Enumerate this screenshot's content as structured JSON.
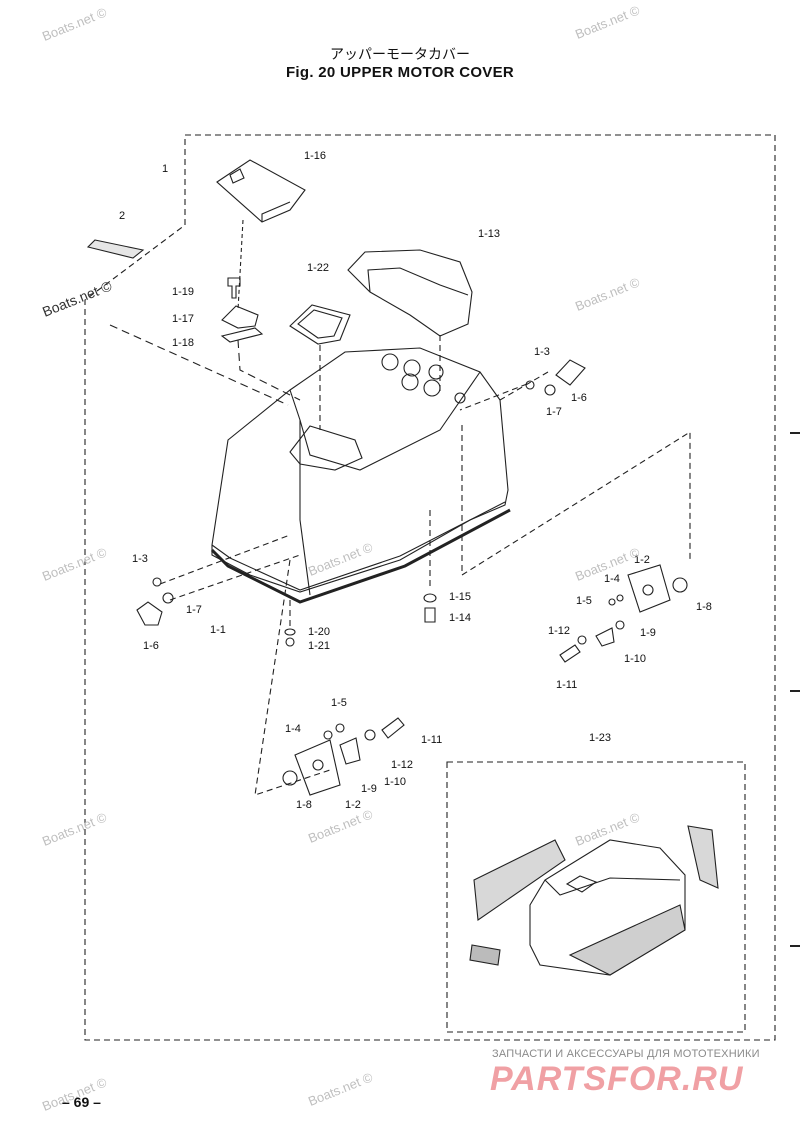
{
  "header": {
    "title_jp": "アッパーモータカバー",
    "title_en": "Fig. 20   UPPER MOTOR COVER"
  },
  "callouts": {
    "c1": "1",
    "c2": "2",
    "c1_1": "1-1",
    "c1_2a": "1-2",
    "c1_2b": "1-2",
    "c1_3a": "1-3",
    "c1_3b": "1-3",
    "c1_4a": "1-4",
    "c1_4b": "1-4",
    "c1_5a": "1-5",
    "c1_5b": "1-5",
    "c1_6a": "1-6",
    "c1_6b": "1-6",
    "c1_7a": "1-7",
    "c1_7b": "1-7",
    "c1_8a": "1-8",
    "c1_8b": "1-8",
    "c1_9a": "1-9",
    "c1_9b": "1-9",
    "c1_10a": "1-10",
    "c1_10b": "1-10",
    "c1_11a": "1-11",
    "c1_11b": "1-11",
    "c1_12a": "1-12",
    "c1_12b": "1-12",
    "c1_13": "1-13",
    "c1_14": "1-14",
    "c1_15": "1-15",
    "c1_16": "1-16",
    "c1_17": "1-17",
    "c1_18": "1-18",
    "c1_19": "1-19",
    "c1_20": "1-20",
    "c1_21": "1-21",
    "c1_22": "1-22",
    "c1_23": "1-23"
  },
  "watermark": "Boats.net ©",
  "footer": {
    "shop_text": "ЗАПЧАСТИ И АКСЕССУАРЫ ДЛЯ МОТОТЕХНИКИ",
    "shop_logo": "PARTSFOR.RU",
    "page_number": "– 69 –"
  }
}
